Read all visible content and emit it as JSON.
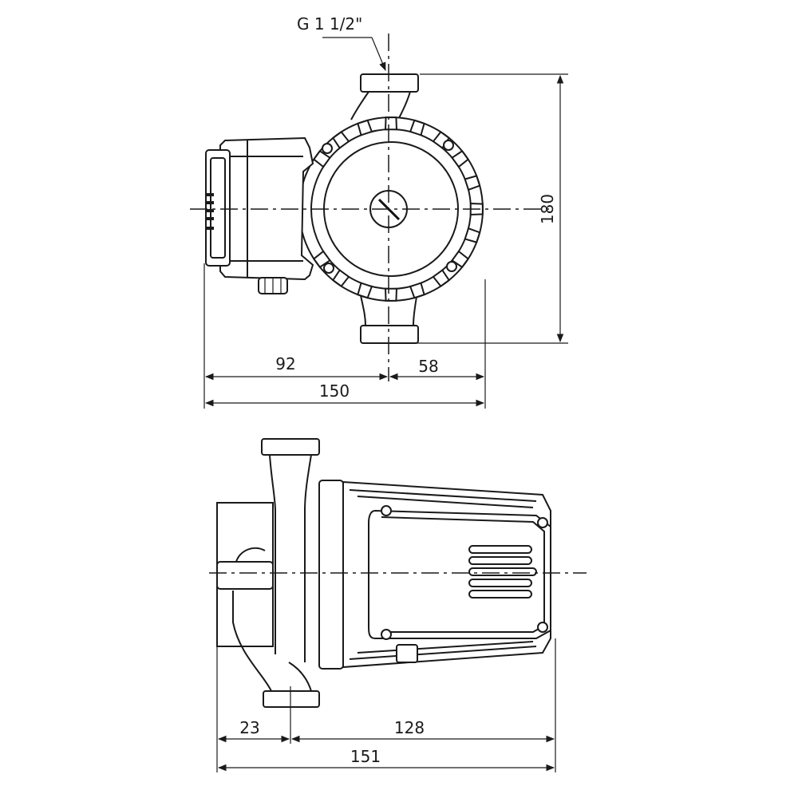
{
  "labels": {
    "thread": "G 1 1/2\"",
    "height_180": "180",
    "width_92": "92",
    "width_58": "58",
    "width_150": "150",
    "length_23": "23",
    "length_128": "128",
    "length_151": "151"
  },
  "colors": {
    "line": "#1a1a1a",
    "background": "#ffffff"
  }
}
